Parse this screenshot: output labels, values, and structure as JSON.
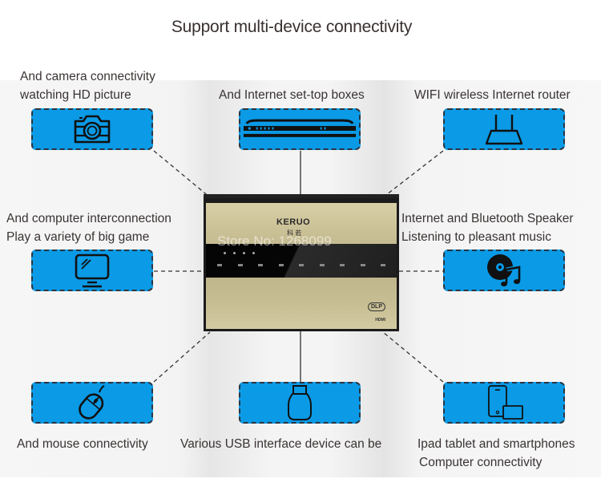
{
  "title": "Support multi-device connectivity",
  "center_device": {
    "brand": "KERUO",
    "brand_cn": "科 若",
    "watermark": "Store No: 1268099",
    "badge_dlp": "DLP",
    "badge_hdmi": "HDMI"
  },
  "nodes": [
    {
      "id": "camera",
      "icon": "camera-icon",
      "lines": [
        "And camera connectivity",
        "watching HD picture"
      ]
    },
    {
      "id": "set-top-box",
      "icon": "set-top-box-icon",
      "lines": [
        "And Internet set-top boxes"
      ]
    },
    {
      "id": "router",
      "icon": "wifi-router-icon",
      "lines": [
        "WIFI wireless Internet router"
      ]
    },
    {
      "id": "computer",
      "icon": "monitor-icon",
      "lines": [
        "And computer interconnection",
        "Play a variety of big game"
      ]
    },
    {
      "id": "speaker",
      "icon": "music-disc-icon",
      "lines": [
        "Internet and Bluetooth Speaker",
        "Listening to pleasant music"
      ]
    },
    {
      "id": "mouse",
      "icon": "mouse-icon",
      "lines": [
        "And mouse connectivity"
      ]
    },
    {
      "id": "usb",
      "icon": "usb-drive-icon",
      "lines": [
        "Various USB interface device can be"
      ]
    },
    {
      "id": "tablet",
      "icon": "phone-tablet-icon",
      "lines": [
        "Ipad tablet and smartphones",
        "Computer connectivity"
      ]
    }
  ],
  "colors": {
    "box_fill": "#0a9ae6",
    "box_border": "#2a3440",
    "text": "#3a3333"
  }
}
